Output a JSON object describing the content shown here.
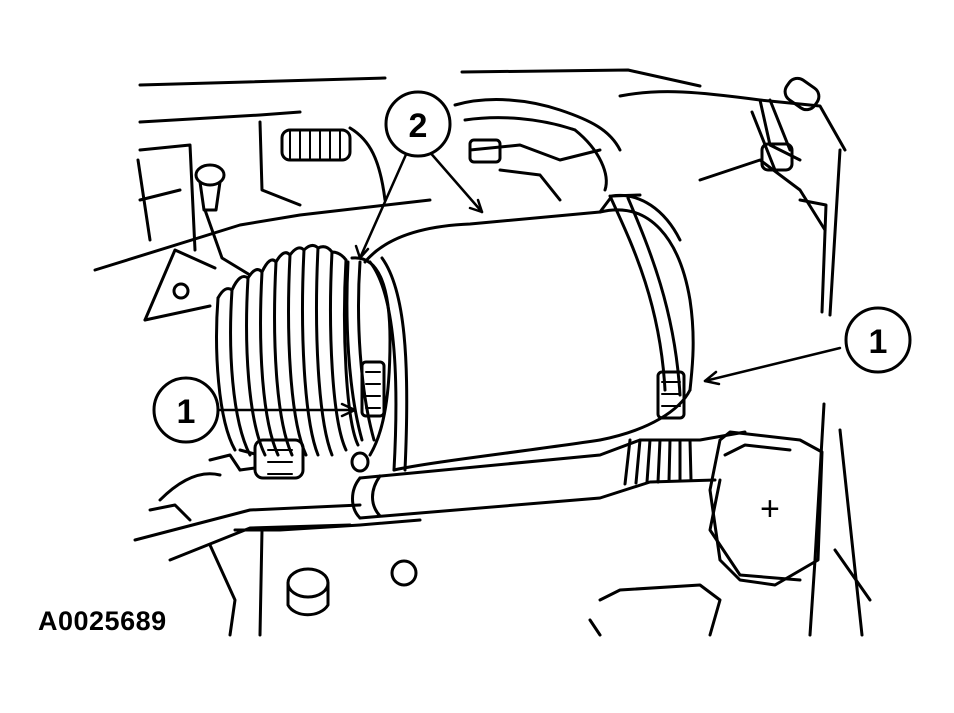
{
  "figure": {
    "id": "A0025689",
    "line_color": "#000000",
    "fill_color": "#ffffff"
  },
  "callouts": {
    "clamp_left": "1",
    "clamp_right": "1",
    "duct_top": "2"
  }
}
